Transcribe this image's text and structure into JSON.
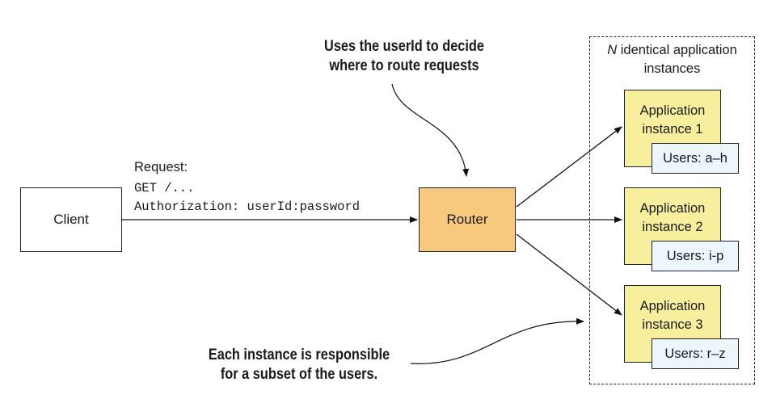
{
  "client": {
    "label": "Client"
  },
  "router": {
    "label": "Router"
  },
  "request": {
    "label": "Request:",
    "line1": "GET /...",
    "line2": "Authorization: userId:password"
  },
  "notes": {
    "top_line1": "Uses the userId to decide",
    "top_line2": "where to route requests",
    "bottom_line1": "Each instance is responsible",
    "bottom_line2": "for a subset of the users."
  },
  "group": {
    "n": "N",
    "label_rest": " identical application",
    "label_line2": "instances"
  },
  "instances": [
    {
      "line1": "Application",
      "line2": "instance 1",
      "users": "Users: a–h"
    },
    {
      "line1": "Application",
      "line2": "instance 2",
      "users": "Users: i-p"
    },
    {
      "line1": "Application",
      "line2": "instance 3",
      "users": "Users: r–z"
    }
  ],
  "colors": {
    "router_fill": "#f7c97f",
    "app_fill": "#f7ef9e",
    "users_fill": "#ecf6fb"
  }
}
